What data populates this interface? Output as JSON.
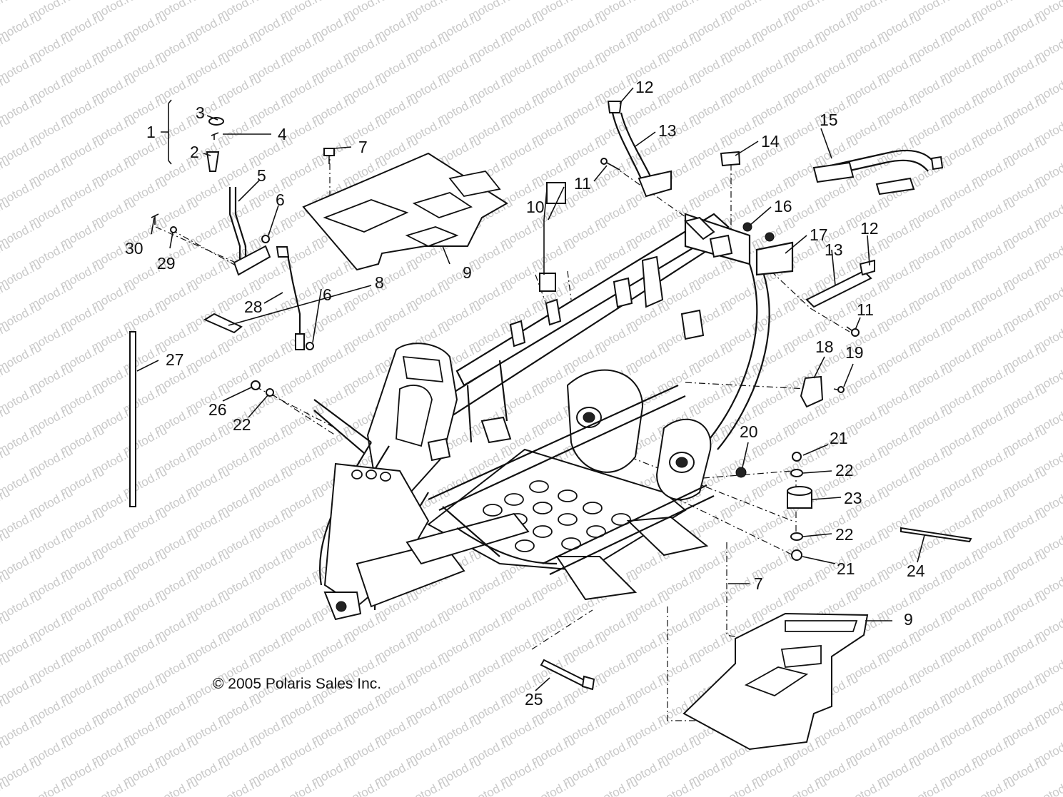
{
  "watermark": "motod.ru",
  "copyright": "© 2005 Polaris Sales Inc.",
  "callouts": [
    {
      "id": "c1",
      "text": "1"
    },
    {
      "id": "c2",
      "text": "2"
    },
    {
      "id": "c3",
      "text": "3"
    },
    {
      "id": "c4",
      "text": "4"
    },
    {
      "id": "c5",
      "text": "5"
    },
    {
      "id": "c6a",
      "text": "6"
    },
    {
      "id": "c6b",
      "text": "6"
    },
    {
      "id": "c7a",
      "text": "7"
    },
    {
      "id": "c7b",
      "text": "7"
    },
    {
      "id": "c8",
      "text": "8"
    },
    {
      "id": "c9a",
      "text": "9"
    },
    {
      "id": "c9b",
      "text": "9"
    },
    {
      "id": "c10",
      "text": "10"
    },
    {
      "id": "c11a",
      "text": "11"
    },
    {
      "id": "c11b",
      "text": "11"
    },
    {
      "id": "c12a",
      "text": "12"
    },
    {
      "id": "c12b",
      "text": "12"
    },
    {
      "id": "c13a",
      "text": "13"
    },
    {
      "id": "c13b",
      "text": "13"
    },
    {
      "id": "c14",
      "text": "14"
    },
    {
      "id": "c15",
      "text": "15"
    },
    {
      "id": "c16",
      "text": "16"
    },
    {
      "id": "c17",
      "text": "17"
    },
    {
      "id": "c18",
      "text": "18"
    },
    {
      "id": "c19",
      "text": "19"
    },
    {
      "id": "c20",
      "text": "20"
    },
    {
      "id": "c21a",
      "text": "21"
    },
    {
      "id": "c21b",
      "text": "21"
    },
    {
      "id": "c22a",
      "text": "22"
    },
    {
      "id": "c22b",
      "text": "22"
    },
    {
      "id": "c22c",
      "text": "22"
    },
    {
      "id": "c23",
      "text": "23"
    },
    {
      "id": "c24",
      "text": "24"
    },
    {
      "id": "c25",
      "text": "25"
    },
    {
      "id": "c26",
      "text": "26"
    },
    {
      "id": "c27",
      "text": "27"
    },
    {
      "id": "c28",
      "text": "28"
    },
    {
      "id": "c29",
      "text": "29"
    },
    {
      "id": "c30",
      "text": "30"
    }
  ]
}
